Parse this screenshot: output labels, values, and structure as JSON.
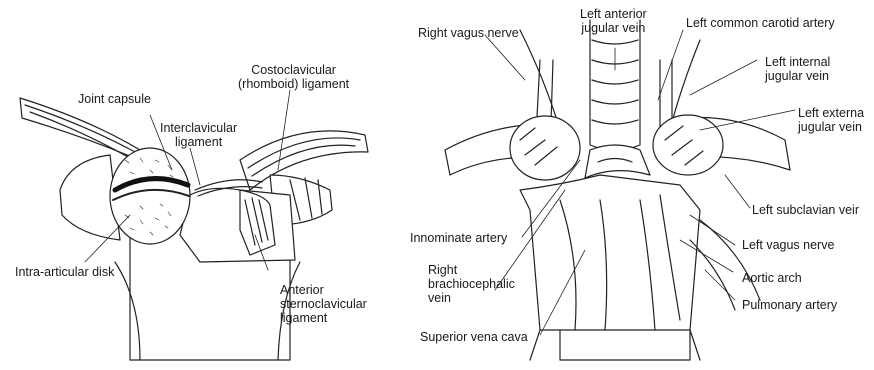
{
  "left_panel": {
    "labels": {
      "joint_capsule": "Joint capsule",
      "interclavicular": [
        "Interclavicular",
        "ligament"
      ],
      "costoclavicular": [
        "Costoclavicular",
        "(rhomboid) ligament"
      ],
      "intra_articular_disk": "Intra-articular disk",
      "anterior_sternoclavicular": [
        "Anterior",
        "sternoclavicular",
        "ligament"
      ]
    }
  },
  "right_panel": {
    "labels": {
      "right_vagus_nerve": "Right vagus nerve",
      "left_anterior_jugular_vein": [
        "Left anterior",
        "jugular vein"
      ],
      "left_common_carotid_artery": "Left common carotid artery",
      "left_internal_jugular_vein": [
        "Left internal",
        "jugular vein"
      ],
      "left_external_jugular_vein": [
        "Left externa",
        "jugular vein"
      ],
      "left_subclavian_vein": "Left subclavian veir",
      "innominate_artery": "Innominate artery",
      "left_vagus_nerve": "Left vagus nerve",
      "right_brachiocephalic_vein": [
        "Right",
        "brachiocephalic",
        "vein"
      ],
      "aortic_arch": "Aortic arch",
      "pulmonary_artery": "Pulmonary artery",
      "superior_vena_cava": "Superior vena cava"
    }
  },
  "colors": {
    "ink": "#1a1a1a",
    "background": "#ffffff"
  }
}
